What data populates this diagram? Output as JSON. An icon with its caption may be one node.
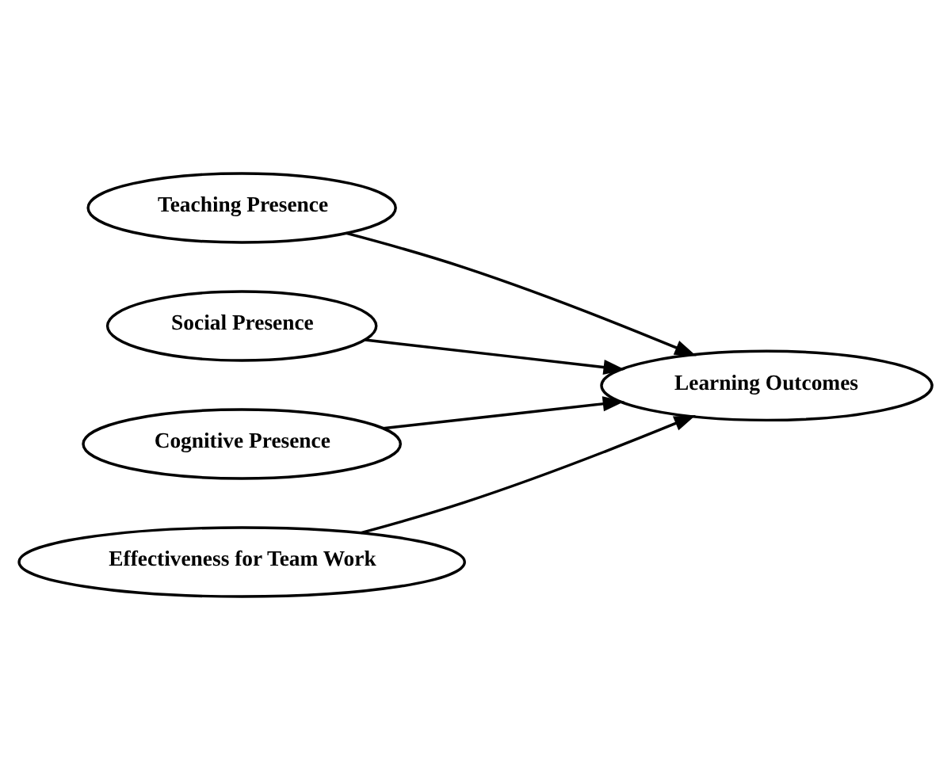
{
  "diagram": {
    "nodes": [
      {
        "text": [
          "Teaching Presence"
        ]
      },
      {
        "text": [
          "Social Presence"
        ]
      },
      {
        "text": [
          "Cognitive Presence"
        ]
      },
      {
        "text": [
          "Effectiveness for Team Work"
        ]
      },
      {
        "text": [
          "Learning Outcomes"
        ]
      }
    ],
    "edges": [
      {
        "from": 0,
        "to": 4,
        "arrow": "to"
      },
      {
        "from": 1,
        "to": 4,
        "arrow": "to"
      },
      {
        "from": 2,
        "to": 4,
        "arrow": "to"
      },
      {
        "from": 3,
        "to": 4,
        "arrow": "to"
      }
    ]
  }
}
